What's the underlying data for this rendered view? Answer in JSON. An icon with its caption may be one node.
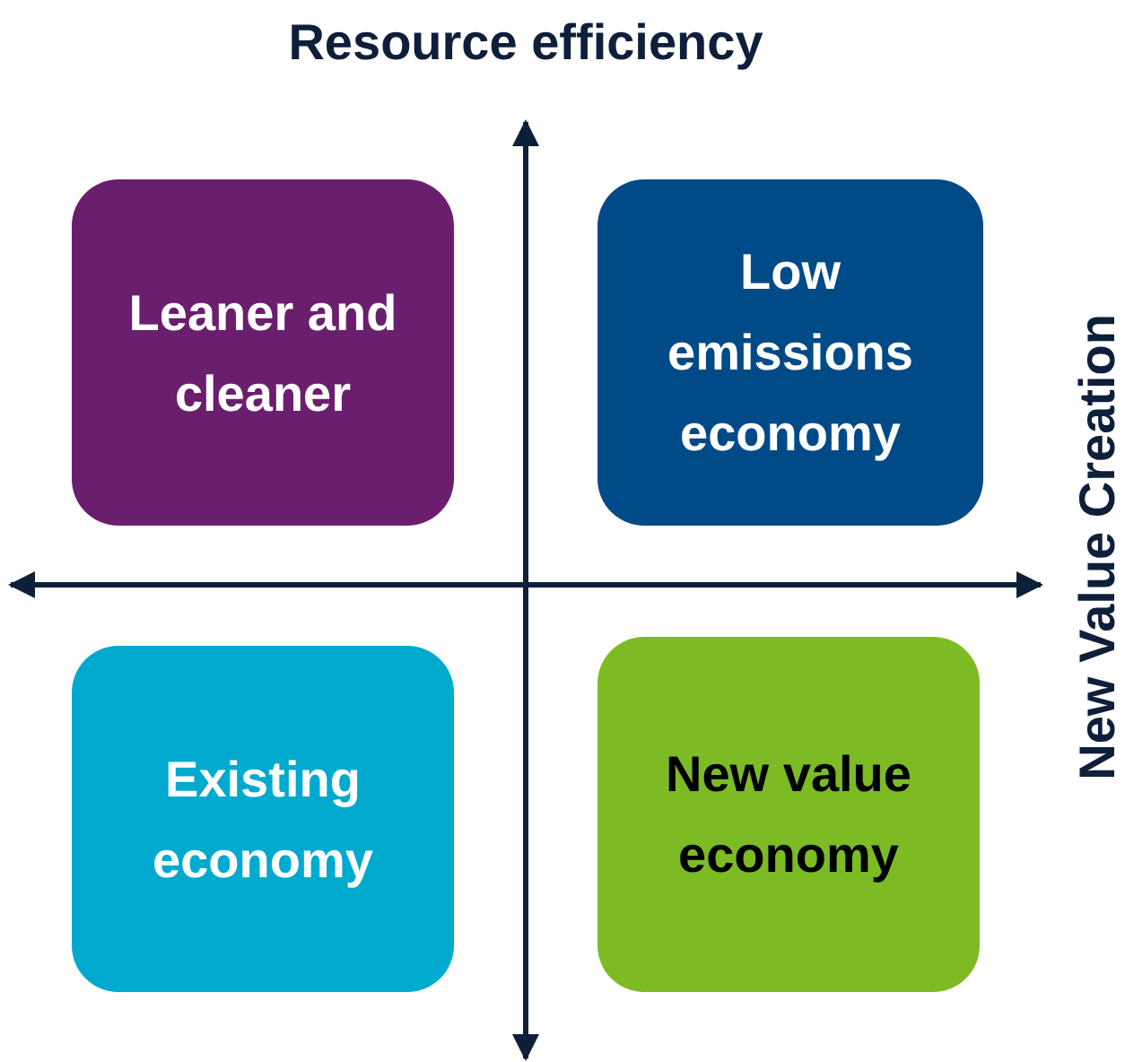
{
  "diagram": {
    "nodes": [
      {
        "text": [
          "Leaner and cleaner"
        ]
      },
      {
        "text": [
          "Low emissions economy"
        ]
      },
      {
        "text": [
          "Existing economy"
        ]
      },
      {
        "text": [
          "New value economy"
        ]
      }
    ],
    "labels": [
      "Resource efficiency",
      "New Value Creation"
    ]
  }
}
